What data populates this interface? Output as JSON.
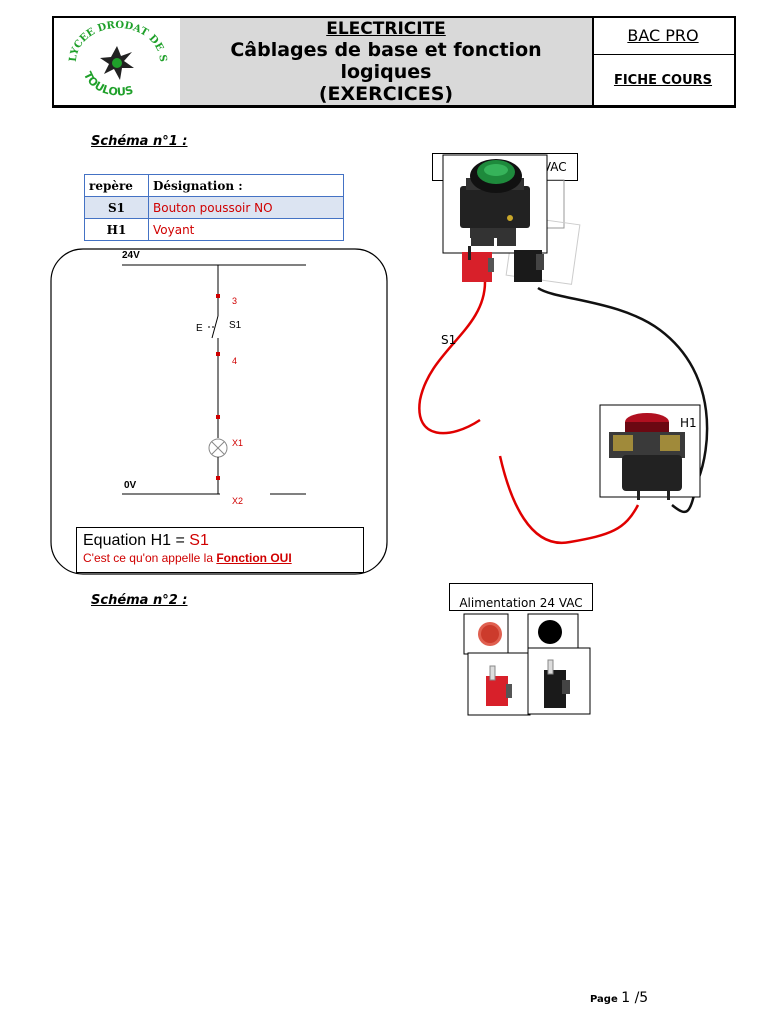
{
  "header": {
    "logo_text_top": "LYCEE DRODAT DE SEVERAC",
    "logo_text_bottom": "TOULOUS",
    "title_line1": "ELECTRICITE",
    "title_line2": "Câblages de base et fonction",
    "title_line3": "logiques",
    "title_line4": "(EXERCICES)",
    "level": "BAC PRO",
    "doc_type": "FICHE COURS"
  },
  "schema1": {
    "title": "Schéma n°1 :",
    "table": {
      "headers": [
        "repère",
        "Désignation :"
      ],
      "rows": [
        {
          "ref": "S1",
          "desc": "Bouton poussoir NO"
        },
        {
          "ref": "H1",
          "desc": "Voyant"
        }
      ]
    },
    "diagram": {
      "supply_top": "24V",
      "supply_bottom": "0V",
      "terminal_3": "3",
      "terminal_4": "4",
      "switch_symbol": "E",
      "switch_label": "S1",
      "lamp_x1": "X1",
      "lamp_x2": "X2"
    },
    "equation": {
      "prefix": "Equation H1 = ",
      "value": "S1",
      "note_prefix": "C'est ce qu'on appelle la ",
      "note_term": "Fonction OUI"
    },
    "wiring": {
      "power_label": "Alimentation 24 VAC",
      "s1_label": "S1",
      "h1_label": "H1"
    }
  },
  "schema2": {
    "title": "Schéma n°2 :",
    "power_label": "Alimentation 24 VAC"
  },
  "footer": {
    "page_word": "Page",
    "page_num": "1 /5"
  },
  "colors": {
    "red": "#d00000",
    "table_border": "#4472c4",
    "header_grey": "#d9d9d9"
  }
}
